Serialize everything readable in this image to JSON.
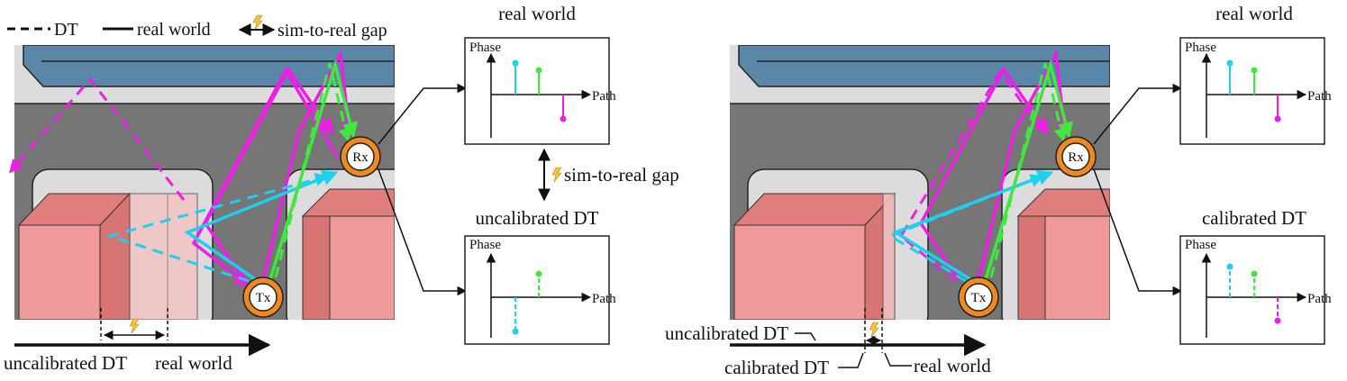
{
  "legend": {
    "dt": "DT",
    "real": "real world",
    "gap": "sim-to-real gap"
  },
  "left": {
    "real_title": "real world",
    "uncal_title": "uncalibrated DT",
    "gap_label": "sim-to-real gap",
    "axis_phase": "Phase",
    "axis_path": "Path",
    "rx": "Rx",
    "tx": "Tx",
    "timeline_uncal": "uncalibrated DT",
    "timeline_real": "real world"
  },
  "right": {
    "real_title": "real world",
    "cal_title": "calibrated DT",
    "axis_phase": "Phase",
    "axis_path": "Path",
    "rx": "Rx",
    "tx": "Tx",
    "timeline_uncal": "uncalibrated DT",
    "timeline_cal": "calibrated DT",
    "timeline_real": "real world"
  },
  "colors": {
    "magenta": "#ee1ee6",
    "cyan": "#1ecfee",
    "green": "#3ee83e",
    "building": "#f09a9a",
    "road": "#767676",
    "sidewalk": "#dcdcdc",
    "water": "#5a86a8",
    "antenna": "#f08a1e"
  },
  "icons": {
    "gap": "lightning-icon"
  }
}
